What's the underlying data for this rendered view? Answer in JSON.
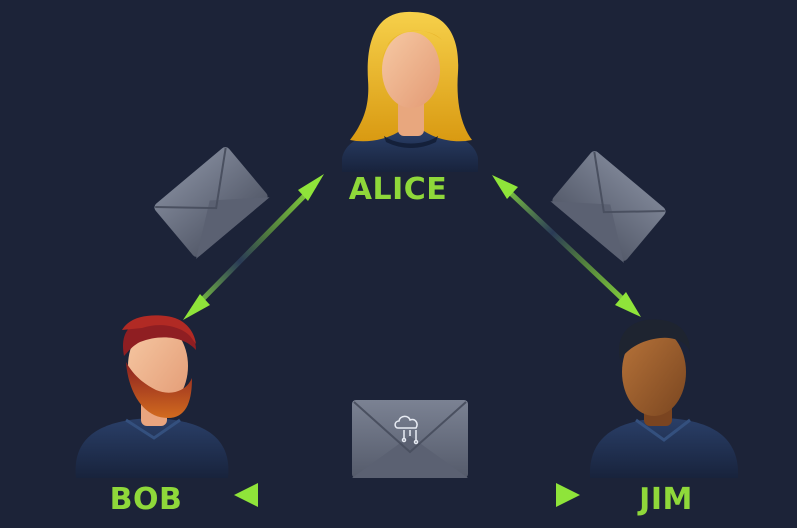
{
  "people": {
    "alice": {
      "name": "ALICE"
    },
    "bob": {
      "name": "BOB"
    },
    "jim": {
      "name": "JIM"
    }
  },
  "colors": {
    "background": "#1c2338",
    "label": "#8fd83a",
    "arrow": "#8fe43a",
    "envelope": "#6c7385",
    "shirt": "#213458"
  },
  "icons": {
    "envelope": "envelope-icon",
    "cloud_data": "cloud-data-icon"
  }
}
